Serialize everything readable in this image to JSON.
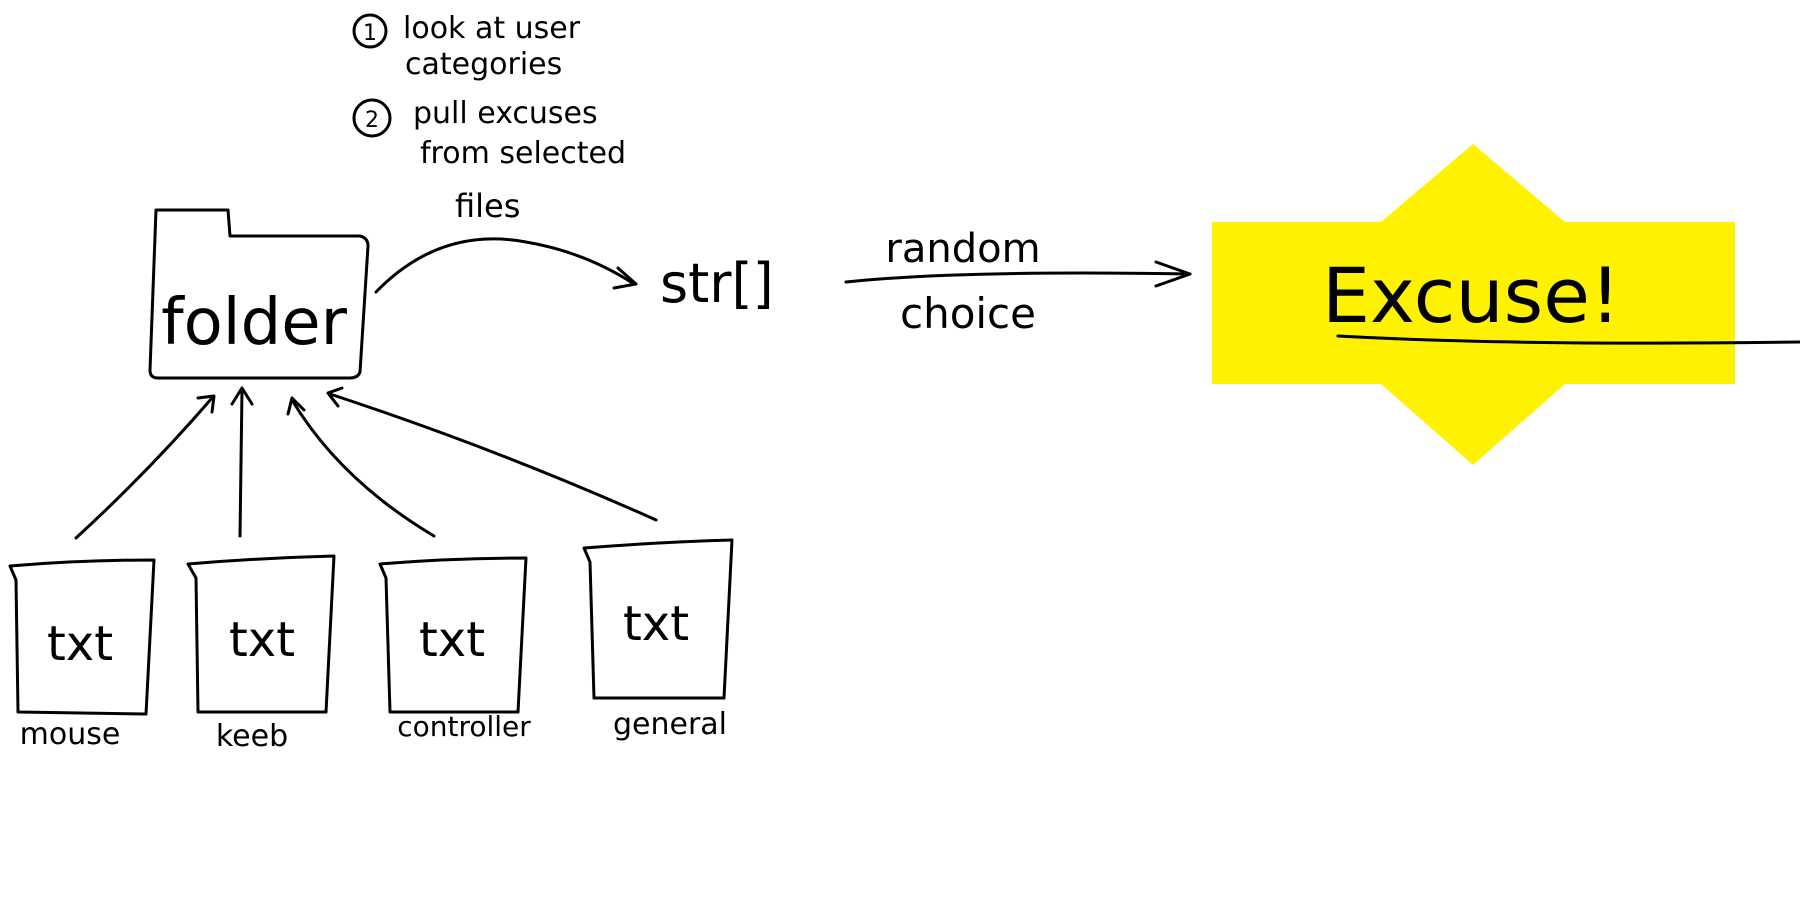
{
  "steps": [
    {
      "number": "1",
      "text_line1": "look at user",
      "text_line2": "categories"
    },
    {
      "number": "2",
      "text_line1": "pull excuses",
      "text_line2": "from selected",
      "text_line3": "files"
    }
  ],
  "folder": {
    "label": "folder"
  },
  "array": {
    "label": "str[]"
  },
  "transition": {
    "label_top": "random",
    "label_bottom": "choice"
  },
  "result": {
    "label": "Excuse!",
    "color": "#FFF200"
  },
  "files": [
    {
      "icon_text": "txt",
      "name": "mouse"
    },
    {
      "icon_text": "txt",
      "name": "keeb"
    },
    {
      "icon_text": "txt",
      "name": "controller"
    },
    {
      "icon_text": "txt",
      "name": "general"
    }
  ]
}
